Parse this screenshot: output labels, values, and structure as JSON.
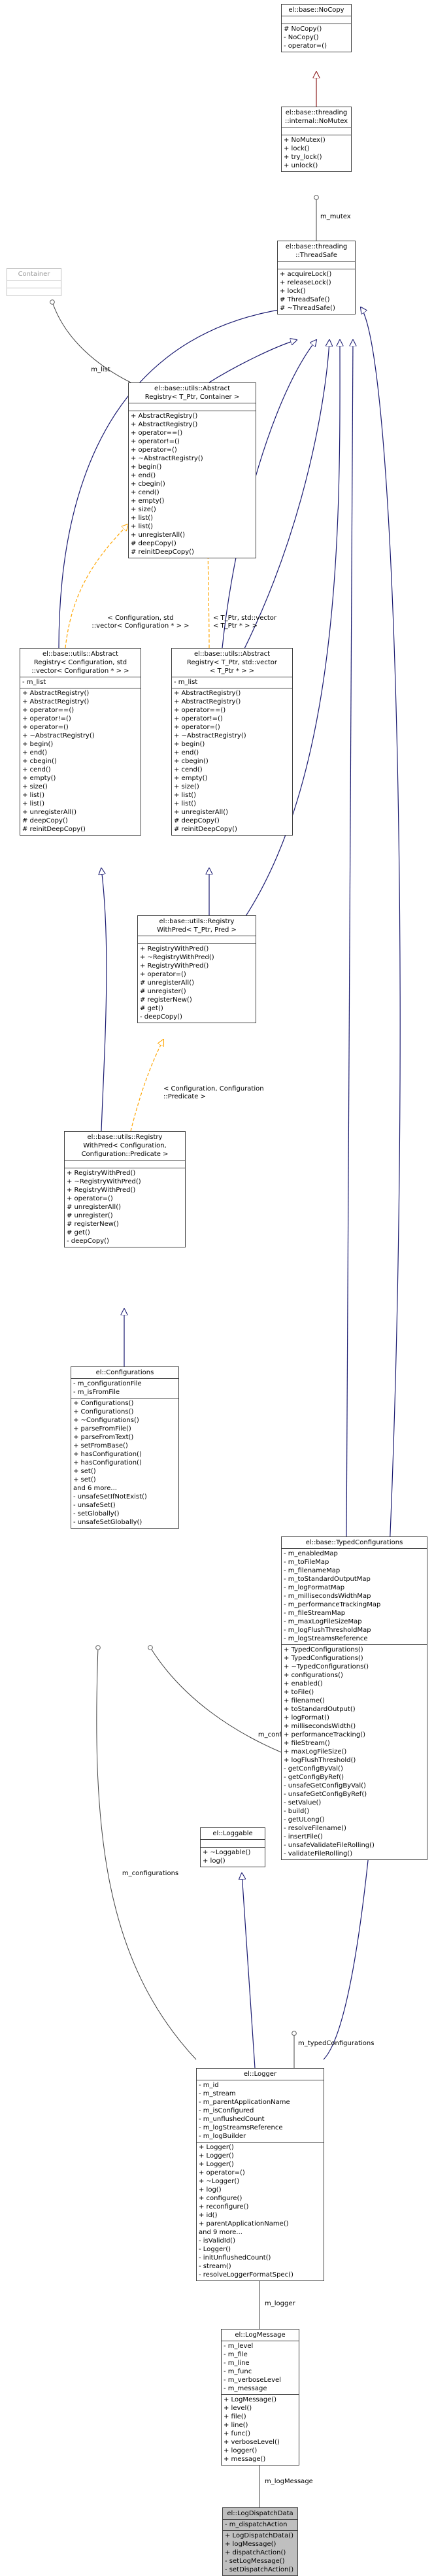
{
  "colors": {
    "line": "#404040",
    "inherit": "#191970",
    "usage": "#404040",
    "template": "#ffa500",
    "nocopy_link": "#8b1a1a",
    "highlight": "#bfbfbf"
  },
  "classes": {
    "nocopy": {
      "title": "el::base::NoCopy",
      "attributes": [],
      "methods": [
        "# NoCopy()",
        "- NoCopy()",
        "- operator=()"
      ]
    },
    "nomutex": {
      "title": "el::base::threading\n::internal::NoMutex",
      "attributes": [],
      "methods": [
        "+ NoMutex()",
        "+ lock()",
        "+ try_lock()",
        "+ unlock()"
      ]
    },
    "threadsafe": {
      "title": "el::base::threading\n::ThreadSafe",
      "attributes": [],
      "methods": [
        "+ acquireLock()",
        "+ releaseLock()",
        "+ lock()",
        "# ThreadSafe()",
        "# ~ThreadSafe()"
      ]
    },
    "container": {
      "title": "Container",
      "attributes": [],
      "methods": []
    },
    "abstract_registry": {
      "title": "el::base::utils::Abstract\nRegistry< T_Ptr, Container >",
      "attributes": [],
      "methods": [
        "+ AbstractRegistry()",
        "+ AbstractRegistry()",
        "+ operator==()",
        "+ operator!=()",
        "+ operator=()",
        "+ ~AbstractRegistry()",
        "+ begin()",
        "+ end()",
        "+ cbegin()",
        "+ cend()",
        "+ empty()",
        "+ size()",
        "+ list()",
        "+ list()",
        "+ unregisterAll()",
        "# deepCopy()",
        "# reinitDeepCopy()"
      ]
    },
    "abstract_registry_config": {
      "title": "el::base::utils::Abstract\nRegistry< Configuration, std\n::vector< Configuration * > >",
      "attributes": [
        "- m_list"
      ],
      "methods": [
        "+ AbstractRegistry()",
        "+ AbstractRegistry()",
        "+ operator==()",
        "+ operator!=()",
        "+ operator=()",
        "+ ~AbstractRegistry()",
        "+ begin()",
        "+ end()",
        "+ cbegin()",
        "+ cend()",
        "+ empty()",
        "+ size()",
        "+ list()",
        "+ list()",
        "+ unregisterAll()",
        "# deepCopy()",
        "# reinitDeepCopy()"
      ]
    },
    "abstract_registry_ptr": {
      "title": "el::base::utils::Abstract\nRegistry< T_Ptr, std::vector\n< T_Ptr * > >",
      "attributes": [
        "- m_list"
      ],
      "methods": [
        "+ AbstractRegistry()",
        "+ AbstractRegistry()",
        "+ operator==()",
        "+ operator!=()",
        "+ operator=()",
        "+ ~AbstractRegistry()",
        "+ begin()",
        "+ end()",
        "+ cbegin()",
        "+ cend()",
        "+ empty()",
        "+ size()",
        "+ list()",
        "+ list()",
        "+ unregisterAll()",
        "# deepCopy()",
        "# reinitDeepCopy()"
      ]
    },
    "registry_with_pred": {
      "title": "el::base::utils::Registry\nWithPred< T_Ptr, Pred >",
      "attributes": [],
      "methods": [
        "+ RegistryWithPred()",
        "+ ~RegistryWithPred()",
        "+ RegistryWithPred()",
        "+ operator=()",
        "# unregisterAll()",
        "# unregister()",
        "# registerNew()",
        "# get()",
        "- deepCopy()"
      ]
    },
    "registry_with_pred_config": {
      "title": "el::base::utils::Registry\nWithPred< Configuration,\nConfiguration::Predicate >",
      "attributes": [],
      "methods": [
        "+ RegistryWithPred()",
        "+ ~RegistryWithPred()",
        "+ RegistryWithPred()",
        "+ operator=()",
        "# unregisterAll()",
        "# unregister()",
        "# registerNew()",
        "# get()",
        "- deepCopy()"
      ]
    },
    "configurations": {
      "title": "el::Configurations",
      "attributes": [
        "- m_configurationFile",
        "- m_isFromFile"
      ],
      "methods": [
        "+ Configurations()",
        "+ Configurations()",
        "+ ~Configurations()",
        "+ parseFromFile()",
        "+ parseFromText()",
        "+ setFromBase()",
        "+ hasConfiguration()",
        "+ hasConfiguration()",
        "+ set()",
        "+ set()",
        "and 6 more...",
        "- unsafeSetIfNotExist()",
        "- unsafeSet()",
        "- setGlobally()",
        "- unsafeSetGlobally()"
      ]
    },
    "typed_configurations": {
      "title": "el::base::TypedConfigurations",
      "attributes": [
        "- m_enabledMap",
        "- m_toFileMap",
        "- m_filenameMap",
        "- m_toStandardOutputMap",
        "- m_logFormatMap",
        "- m_millisecondsWidthMap",
        "- m_performanceTrackingMap",
        "- m_fileStreamMap",
        "- m_maxLogFileSizeMap",
        "- m_logFlushThresholdMap",
        "- m_logStreamsReference"
      ],
      "methods": [
        "+ TypedConfigurations()",
        "+ TypedConfigurations()",
        "+ ~TypedConfigurations()",
        "+ configurations()",
        "+ enabled()",
        "+ toFile()",
        "+ filename()",
        "+ toStandardOutput()",
        "+ logFormat()",
        "+ millisecondsWidth()",
        "+ performanceTracking()",
        "+ fileStream()",
        "+ maxLogFileSize()",
        "+ logFlushThreshold()",
        "- getConfigByVal()",
        "- getConfigByRef()",
        "- unsafeGetConfigByVal()",
        "- unsafeGetConfigByRef()",
        "- setValue()",
        "- build()",
        "- getULong()",
        "- resolveFilename()",
        "- insertFile()",
        "- unsafeValidateFileRolling()",
        "- validateFileRolling()"
      ]
    },
    "loggable": {
      "title": "el::Loggable",
      "attributes": [],
      "methods": [
        "+ ~Loggable()",
        "+ log()"
      ]
    },
    "logger": {
      "title": "el::Logger",
      "attributes": [
        "- m_id",
        "- m_stream",
        "- m_parentApplicationName",
        "- m_isConfigured",
        "- m_unflushedCount",
        "- m_logStreamsReference",
        "- m_logBuilder"
      ],
      "methods": [
        "+ Logger()",
        "+ Logger()",
        "+ Logger()",
        "+ operator=()",
        "+ ~Logger()",
        "+ log()",
        "+ configure()",
        "+ reconfigure()",
        "+ id()",
        "+ parentApplicationName()",
        "and 9 more...",
        "- isValidId()",
        "- Logger()",
        "- initUnflushedCount()",
        "- stream()",
        "- resolveLoggerFormatSpec()"
      ]
    },
    "log_message": {
      "title": "el::LogMessage",
      "attributes": [
        "- m_level",
        "- m_file",
        "- m_line",
        "- m_func",
        "- m_verboseLevel",
        "- m_message"
      ],
      "methods": [
        "+ LogMessage()",
        "+ level()",
        "+ file()",
        "+ line()",
        "+ func()",
        "+ verboseLevel()",
        "+ logger()",
        "+ message()"
      ]
    },
    "log_dispatch_data": {
      "title": "el::LogDispatchData",
      "attributes": [
        "- m_dispatchAction"
      ],
      "methods": [
        "+ LogDispatchData()",
        "+ logMessage()",
        "+ dispatchAction()",
        "- setLogMessage()",
        "- setDispatchAction()"
      ]
    }
  },
  "edge_labels": {
    "mutex": "m_mutex",
    "list_container": "m_list",
    "tpl_config": "< Configuration, std\n::vector< Configuration * > >",
    "tpl_ptr": "< T_Ptr, std::vector\n< T_Ptr * > >",
    "tpl_pred": "< Configuration, Configuration\n::Predicate >",
    "configurations_to_typed": "m_configurations",
    "configurations_to_logger": "m_configurations",
    "typed_to_logger": "m_typedConfigurations",
    "logger_to_message": "m_logger",
    "message_to_dispatch": "m_logMessage"
  }
}
